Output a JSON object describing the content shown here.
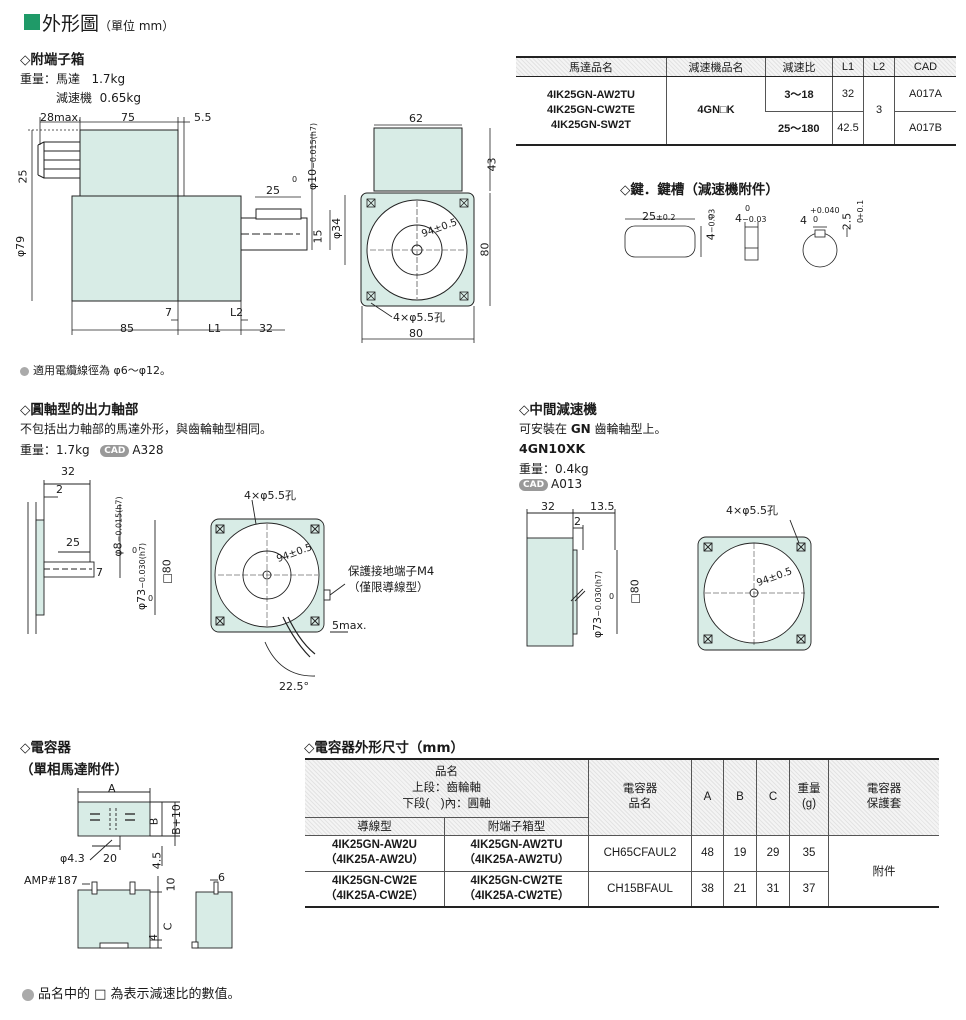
{
  "header": {
    "title": "外形圖",
    "unit": "（單位 mm）",
    "accent": "#1f9a68"
  },
  "sec_terminal": {
    "title": "◇附端子箱",
    "weight_label": "重量：馬達",
    "motor_weight": "1.7kg",
    "gear_label": "減速機",
    "gear_weight": "0.65kg",
    "note": "適用電纜線徑為 φ6～φ12。"
  },
  "dims_terminal": {
    "d28": "28max.",
    "d75": "75",
    "d5_5": "5.5",
    "d62": "62",
    "d43": "43",
    "d25v": "25",
    "d79": "φ79",
    "d25h": "25",
    "d10": "φ10",
    "d10tol": "0",
    "d10tol2": "−0.015(h7)",
    "d15": "15",
    "d34": "φ34",
    "d80v": "80",
    "d94": "94±0.5",
    "d7": "7",
    "dL2": "L2",
    "d85": "85",
    "dL1": "L1",
    "d32": "32",
    "hole": "4×φ5.5孔",
    "d80h": "80"
  },
  "spec_table": {
    "headers": [
      "馬達品名",
      "減速機品名",
      "減速比",
      "L1",
      "L2",
      "CAD"
    ],
    "motors": [
      "4IK25GN-AW2TU",
      "4IK25GN-CW2TE",
      "4IK25GN-SW2T"
    ],
    "gear": "4GN□K",
    "ratio1": "3～18",
    "l1_1": "32",
    "cad1": "A017A",
    "ratio2": "25～180",
    "l1_2": "42.5",
    "cad2": "A017B",
    "l2": "3"
  },
  "key": {
    "title": "◇鍵．鍵槽（減速機附件）",
    "d25": "25",
    "d25tol": "±0.2",
    "d4a": "4",
    "d4atol": "−0.03",
    "d4atol0": "0",
    "d4b": "4",
    "d4btol": "−0.03",
    "d4btol0": "0",
    "d4c": "4",
    "d4ctol": "+0.040",
    "d4ctol0": "0",
    "d2_5": "2.5",
    "d2_5tol": "+0.1",
    "d2_5tol0": "0"
  },
  "sec_round": {
    "title": "◇圓軸型的出力軸部",
    "desc": "不包括出力軸部的馬達外形，與齒輪軸型相同。",
    "weight": "重量：1.7kg",
    "cad_badge": "CAD",
    "cad": "A328"
  },
  "dims_round": {
    "d32": "32",
    "d2": "2",
    "d25": "25",
    "d8": "φ8",
    "d8tol": "0",
    "d8tol2": "−0.015(h7)",
    "d7": "7",
    "d73": "φ73",
    "d73tol": "0",
    "d73tol2": "−0.030(h7)",
    "sq80": "□80",
    "hole": "4×φ5.5孔",
    "d94": "94±0.5",
    "ground": "保護接地端子M4",
    "ground2": "（僅限導線型）",
    "d5max": "5max.",
    "d22_5": "22.5°"
  },
  "sec_mid": {
    "title": "◇中間減速機",
    "desc_pre": "可安裝在 ",
    "desc_bold": "GN",
    "desc_post": " 齒輪軸型上。",
    "model": "4GN10XK",
    "weight": "重量：0.4kg",
    "cad_badge": "CAD",
    "cad": "A013"
  },
  "dims_mid": {
    "d32": "32",
    "d13_5": "13.5",
    "d2": "2",
    "d73": "φ73",
    "d73tol": "0",
    "d73tol2": "−0.030(h7)",
    "sq80": "□80",
    "hole": "4×φ5.5孔",
    "d94": "94±0.5"
  },
  "sec_cap": {
    "title": "◇電容器",
    "sub": "（單相馬達附件）"
  },
  "dims_cap": {
    "dA": "A",
    "dB": "B",
    "dB10": "B+10",
    "d4_3": "φ4.3",
    "d20": "20",
    "d4_5": "4.5",
    "amp": "AMP#187",
    "d10": "10",
    "d6": "6",
    "d4": "4",
    "dC": "C"
  },
  "cap_table": {
    "title": "◇電容器外形尺寸（mm）",
    "h_name": "品名",
    "h_upper": "上段：齒輪軸",
    "h_lower": "下段(　)內：圓軸",
    "h_wire": "導線型",
    "h_term": "附端子箱型",
    "h_cap": "電容器",
    "h_cap2": "品名",
    "h_A": "A",
    "h_B": "B",
    "h_C": "C",
    "h_w": "重量",
    "h_w2": "(g)",
    "h_cover": "電容器",
    "h_cover2": "保護套",
    "rows": [
      {
        "wire": "4IK25GN-AW2U",
        "wire2": "（4IK25A-AW2U）",
        "term": "4IK25GN-AW2TU",
        "term2": "（4IK25A-AW2TU）",
        "cap": "CH65CFAUL2",
        "A": "48",
        "B": "19",
        "C": "29",
        "w": "35"
      },
      {
        "wire": "4IK25GN-CW2E",
        "wire2": "（4IK25A-CW2E）",
        "term": "4IK25GN-CW2TE",
        "term2": "（4IK25A-CW2TE）",
        "cap": "CH15BFAUL",
        "A": "38",
        "B": "21",
        "C": "31",
        "w": "37"
      }
    ],
    "cover": "附件"
  },
  "footer": {
    "note": "品名中的 □ 為表示減速比的數值。"
  }
}
